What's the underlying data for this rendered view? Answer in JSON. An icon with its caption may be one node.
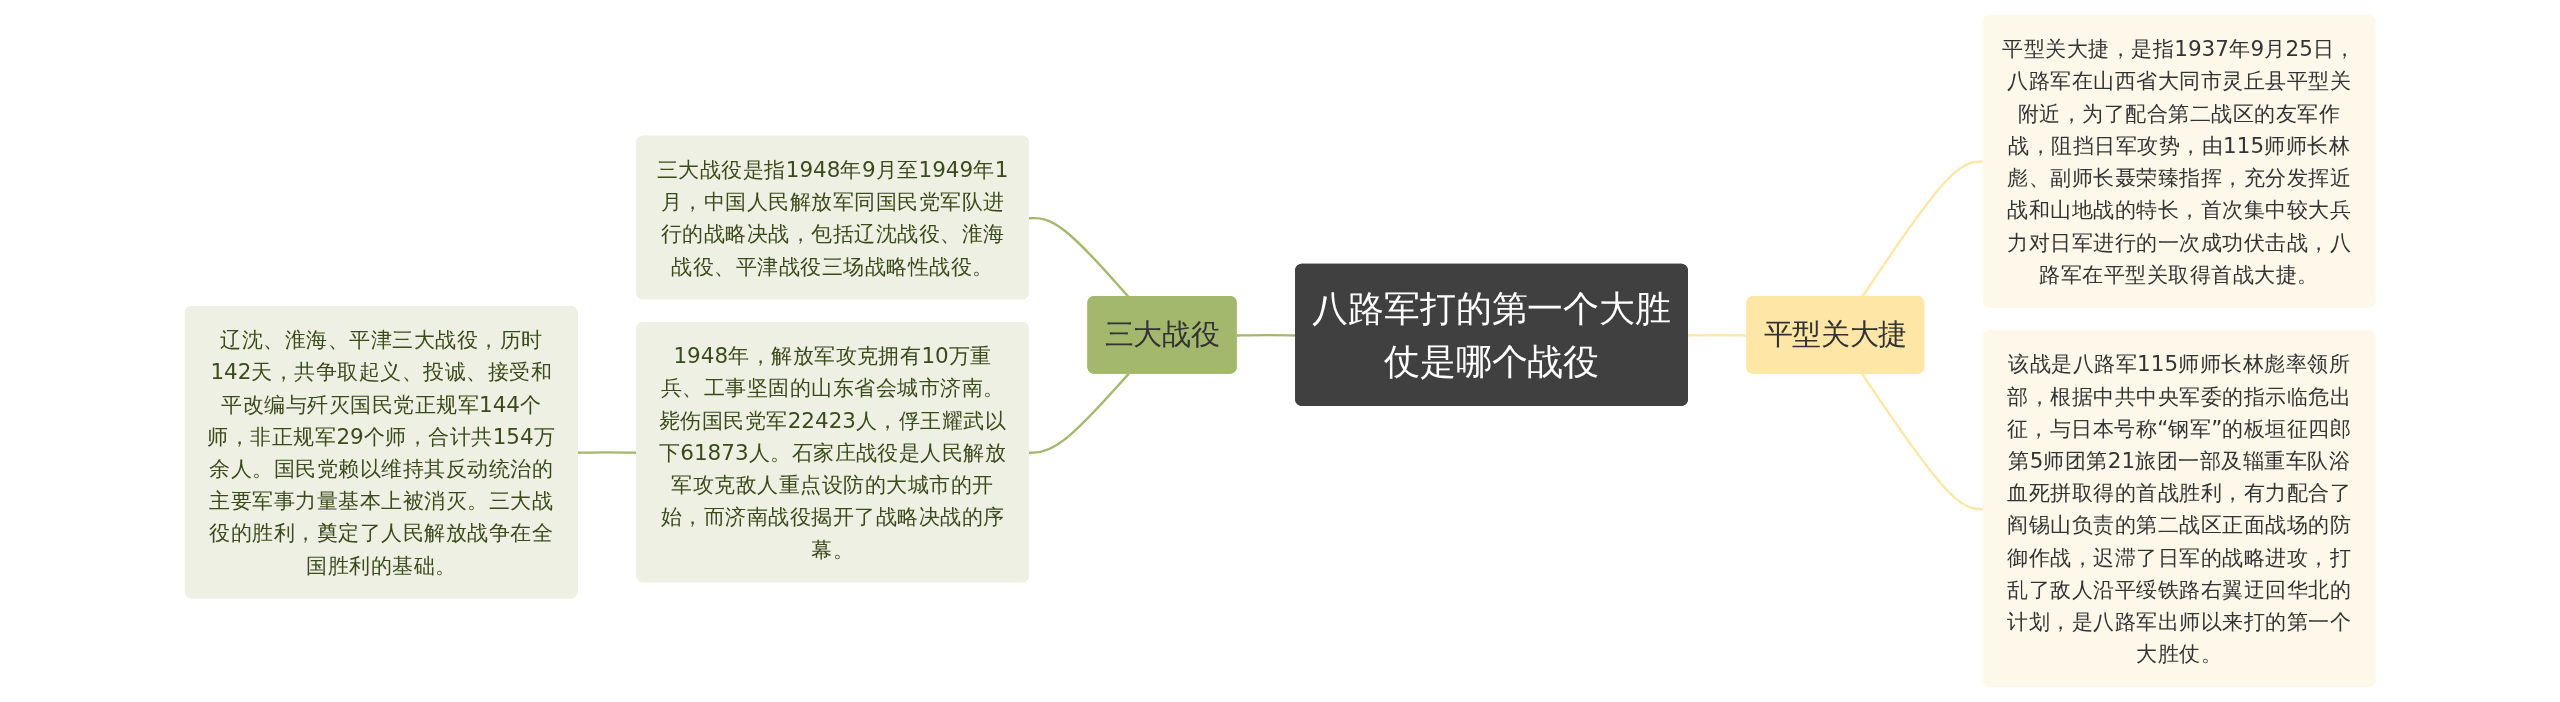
{
  "diagram": {
    "nodes": [
      {
        "text": [
          "八路军打的第一个大胜仗是哪个战役"
        ]
      },
      {
        "text": [
          "三大战役"
        ]
      },
      {
        "text": [
          "三大战役是指1948年9月至1949年1月，中国人民解放军同国民党军队进行的战略决战，包括辽沈战役、淮海战役、平津战役三场战略性战役。"
        ]
      },
      {
        "text": [
          "1948年，解放军攻克拥有10万重兵、工事坚固的山东省会城市济南。毙伤国民党军22423人，俘王耀武以下61873人。石家庄战役是人民解放军攻克敌人重点设防的大城市的开始，而济南战役揭开了战略决战的序幕。"
        ]
      },
      {
        "text": [
          "辽沈、淮海、平津三大战役，历时142天，共争取起义、投诚、接受和平改编与歼灭国民党正规军144个师，非正规军29个师，合计共154万余人。国民党赖以维持其反动统治的主要军事力量基本上被消灭。三大战役的胜利，奠定了人民解放战争在全国胜利的基础。"
        ]
      },
      {
        "text": [
          "平型关大捷"
        ]
      },
      {
        "text": [
          "平型关大捷，是指1937年9月25日，八路军在山西省大同市灵丘县平型关附近，为了配合第二战区的友军作战，阻挡日军攻势，由115师师长林彪、副师长聂荣臻指挥，充分发挥近战和山地战的特长，首次集中较大兵力对日军进行的一次成功伏击战，八路军在平型关取得首战大捷。"
        ]
      },
      {
        "text": [
          "该战是八路军115师师长林彪率领所部，根据中共中央军委的指示临危出征，与日本号称“钢军”的板垣征四郎第5师团第21旅团一部及辎重车队浴血死拼取得的首战胜利，有力配合了阎锡山负责的第二战区正面战场的防御作战，迟滞了日军的战略进攻，打乱了敌人沿平绥铁路右翼迂回华北的计划，是八路军出师以来打的第一个大胜仗。"
        ]
      }
    ],
    "edges": [
      {
        "from": 0,
        "to": 1,
        "arrow": "none",
        "color": "#a3b86c"
      },
      {
        "from": 1,
        "to": 2,
        "arrow": "none",
        "color": "#a3b86c"
      },
      {
        "from": 1,
        "to": 3,
        "arrow": "none",
        "color": "#a3b86c"
      },
      {
        "from": 3,
        "to": 4,
        "arrow": "none",
        "color": "#a3b86c"
      },
      {
        "from": 0,
        "to": 5,
        "arrow": "none",
        "color": "#fde6a6"
      },
      {
        "from": 5,
        "to": 6,
        "arrow": "none",
        "color": "#fde6a6"
      },
      {
        "from": 5,
        "to": 7,
        "arrow": "none",
        "color": "#fde6a6"
      }
    ]
  }
}
